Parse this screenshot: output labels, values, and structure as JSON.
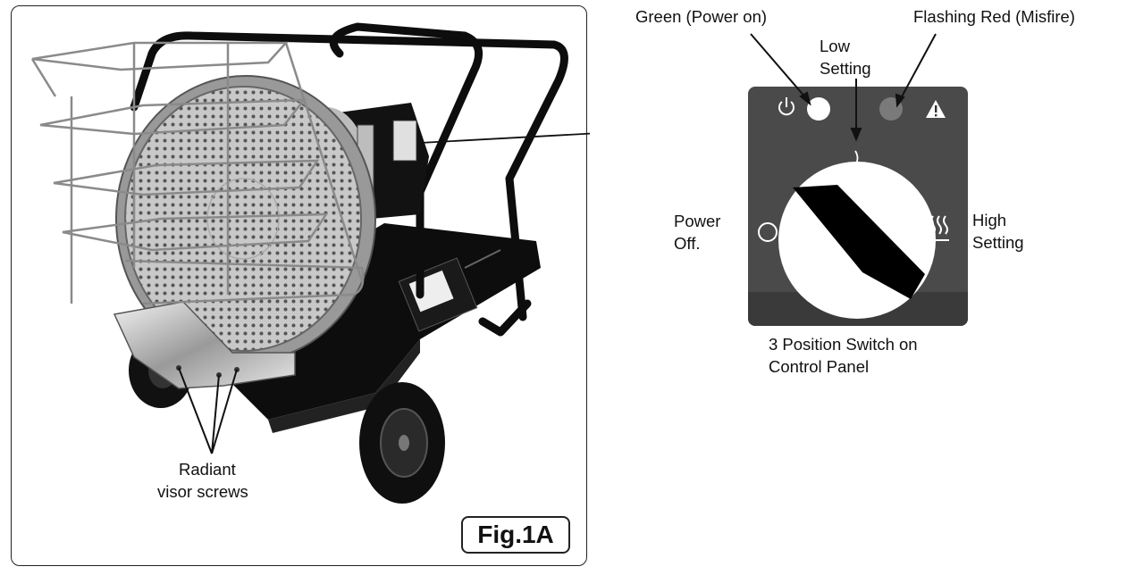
{
  "figure_label": "Fig.1A",
  "callouts": {
    "green_power_on": "Green (Power on)",
    "flashing_red": "Flashing Red (Misfire)",
    "low_setting_line1": "Low",
    "low_setting_line2": "Setting",
    "power_off_line1": "Power",
    "power_off_line2": "Off.",
    "high_setting_line1": "High",
    "high_setting_line2": "Setting",
    "switch_caption_line1": "3 Position Switch on",
    "switch_caption_line2": "Control Panel",
    "visor_line1": "Radiant",
    "visor_line2": "visor screws"
  },
  "icons": [
    "power-icon",
    "warning-icon",
    "heat-icon",
    "off-circle-icon"
  ],
  "colors": {
    "panel": "#4a4a4a",
    "green_indicator": "#ffffff",
    "red_indicator": "#7a7a7a",
    "heater_body": "#111111",
    "guard": "#cfcfcf"
  }
}
